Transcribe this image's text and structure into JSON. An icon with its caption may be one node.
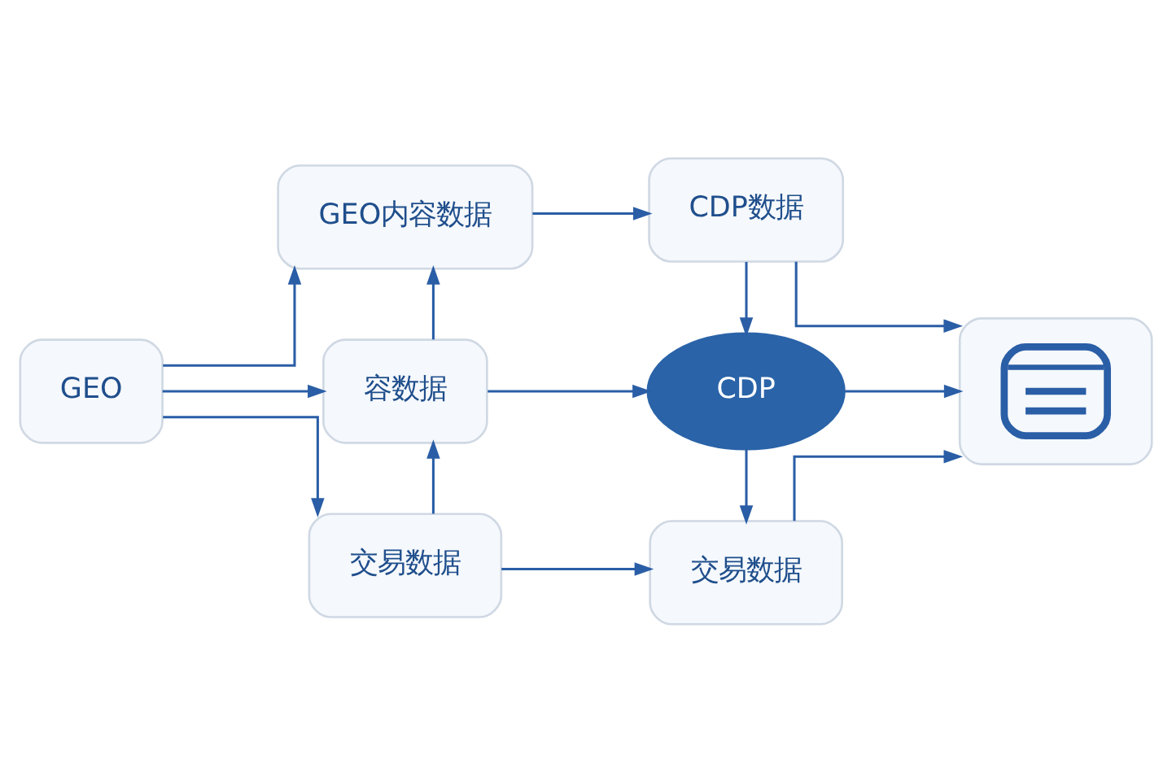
{
  "diagram": {
    "nodes": [
      {
        "text": [
          "GEO"
        ]
      },
      {
        "text": [
          "GEO内容数据"
        ]
      },
      {
        "text": [
          "容数据"
        ]
      },
      {
        "text": [
          "交易数据"
        ]
      },
      {
        "text": [
          "CDP数据"
        ]
      },
      {
        "text": [
          "CDP"
        ]
      },
      {
        "text": [],
        "shape": "picture"
      },
      {
        "text": [
          "交易数据"
        ]
      }
    ],
    "edges": [
      {
        "from": 0,
        "to": 1,
        "arrow": "to"
      },
      {
        "from": 0,
        "to": 2,
        "arrow": "to"
      },
      {
        "from": 0,
        "to": 3,
        "arrow": "to"
      },
      {
        "from": 2,
        "to": 1,
        "arrow": "to"
      },
      {
        "from": 3,
        "to": 2,
        "arrow": "to"
      },
      {
        "from": 1,
        "to": 4,
        "arrow": "to"
      },
      {
        "from": 2,
        "to": 5,
        "arrow": "to"
      },
      {
        "from": 3,
        "to": 7,
        "arrow": "to"
      },
      {
        "from": 4,
        "to": 5,
        "arrow": "to"
      },
      {
        "from": 5,
        "to": 7,
        "arrow": "to"
      },
      {
        "from": 5,
        "to": 6,
        "arrow": "to"
      },
      {
        "from": 4,
        "to": 6,
        "arrow": "to"
      },
      {
        "from": 7,
        "to": 6,
        "arrow": "to"
      }
    ]
  }
}
